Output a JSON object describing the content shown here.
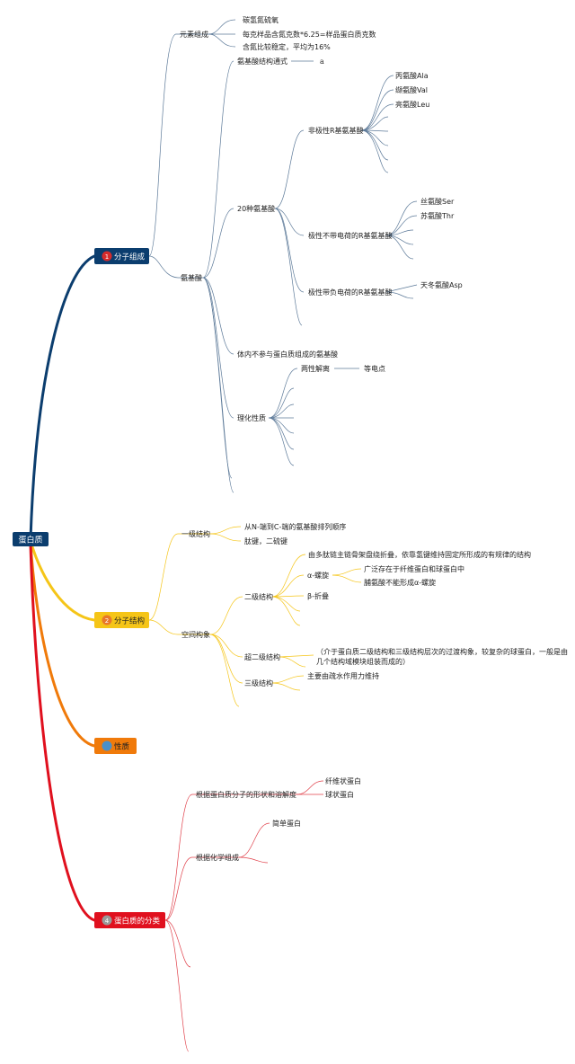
{
  "root": {
    "label": "蛋白质",
    "color": "#0b3d6e"
  },
  "branches": {
    "b1": {
      "num": "1",
      "label": "分子组成",
      "color": "#0b3d6e",
      "num_color": "#d62b2b"
    },
    "b2": {
      "num": "2",
      "label": "分子结构",
      "color": "#f5c518",
      "num_color": "#e8782a"
    },
    "b3": {
      "label": "性质",
      "color": "#f07a0a",
      "num_color": "#4a90c8"
    },
    "b4": {
      "num": "4",
      "label": "蛋白质的分类",
      "color": "#e0101e",
      "num_color": "#9a9a9a"
    }
  },
  "line_colors": {
    "b1": "#5d7a99",
    "b2": "#f5c518",
    "b4": "#e0404a"
  },
  "labels": {
    "elem": "元素组成",
    "elem_1": "碳氢氮硫氧",
    "elem_2": "每克样品含氮克数*6.25=样品蛋白质克数",
    "elem_3": "含氮比较稳定，平均为16%",
    "aa": "氨基酸",
    "aa_formula": "氨基酸结构通式",
    "aa_formula_a": "a",
    "aa20": "20种氨基酸",
    "nonpolar": "非极性R基氨基酸",
    "ala": "丙氨酸Ala",
    "val": "缬氨酸Val",
    "leu": "亮氨酸Leu",
    "polar": "极性不带电荷的R基氨基酸",
    "ser": "丝氨酸Ser",
    "thr": "苏氨酸Thr",
    "acidic": "极性带负电荷的R基氨基酸",
    "asp": "天冬氨酸Asp",
    "nonprotein": "体内不参与蛋白质组成的氨基酸",
    "physchem": "理化性质",
    "amphoteric": "两性解离",
    "pi": "等电点",
    "primary": "一级结构",
    "primary_1": "从N-端到C-端的氨基酸排列顺序",
    "primary_2": "肽键，二硫键",
    "spatial": "空间构象",
    "secondary": "二级结构",
    "secondary_def": "由多肽链主链骨架盘绕折叠，依靠氢键维持固定所形成的有规律的结构",
    "alpha": "α-螺旋",
    "alpha_1": "广泛存在于纤维蛋白和球蛋白中",
    "alpha_2": "脯氨酸不能形成α-螺旋",
    "beta": "β-折叠",
    "supersecondary": "超二级结构",
    "supersecondary_1": "（介于蛋白质二级结构和三级结构层次的过渡构象，较复杂的球蛋白，一般是由",
    "supersecondary_2": "几个结构域模块组装而成的）",
    "tertiary": "三级结构",
    "tertiary_1": "主要由疏水作用力维持",
    "shape": "根据蛋白质分子的形状和溶解度",
    "fibrous": "纤维状蛋白",
    "globular": "球状蛋白",
    "chemical": "根据化学组成",
    "simple": "简单蛋白"
  }
}
